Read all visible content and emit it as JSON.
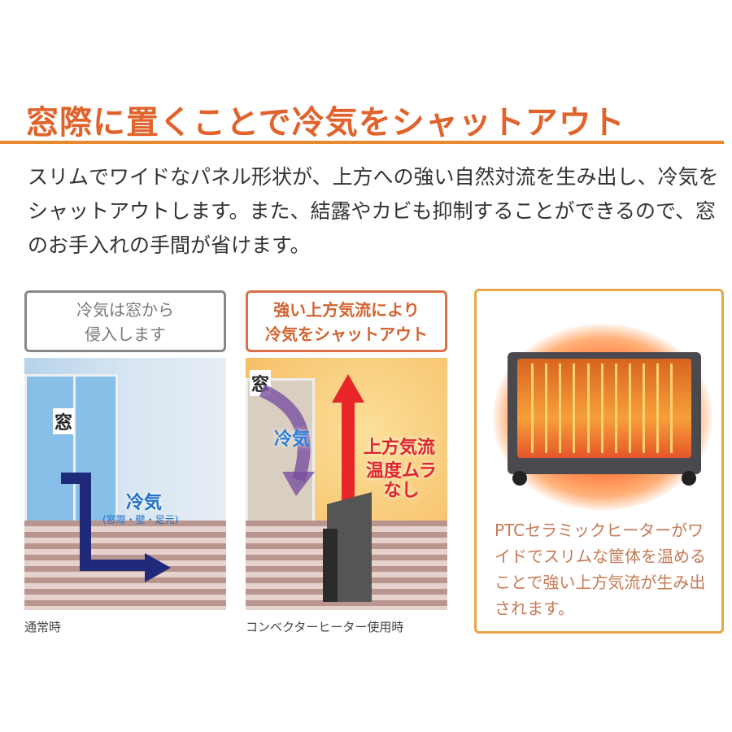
{
  "header": {
    "title": "窓際に置くことで冷気をシャットアウト",
    "body": "スリムでワイドなパネル形状が、上方への強い自然対流を生み出し、冷気をシャットアウトします。また、結露やカビも抑制することができるので、窓のお手入れの手間が省けます。"
  },
  "panels": [
    {
      "heading_line1": "冷気は窓から",
      "heading_line2": "侵入します",
      "window_label": "窓",
      "air_label": "冷気",
      "air_sub": "(窓際・壁・足元)",
      "caption": "通常時"
    },
    {
      "heading_line1": "強い上方気流により",
      "heading_line2": "冷気をシャットアウト",
      "window_label": "窓",
      "cold_label": "冷気",
      "up_label": "上方気流",
      "even_line1": "温度ムラ",
      "even_line2": "なし",
      "caption": "コンベクターヒーター使用時"
    },
    {
      "text": "PTCセラミックヒーターがワイドでスリムな筐体を温めることで強い上方気流が生み出されます。"
    }
  ],
  "colors": {
    "accent": "#e1622a",
    "rule": "#e9892f",
    "cold_arrow": "#1f2a7a",
    "warm_arrow": "#e8262a",
    "panel3_border": "#e6a548"
  }
}
